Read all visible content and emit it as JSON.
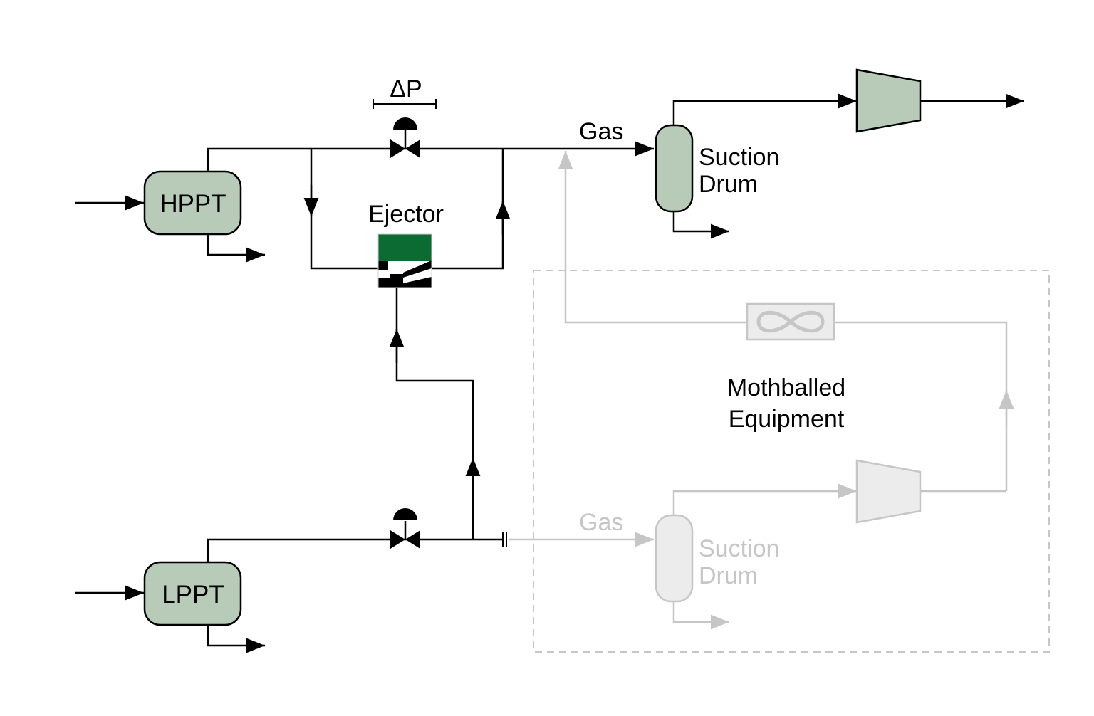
{
  "labels": {
    "delta_p": "ΔP",
    "gas_top": "Gas",
    "suction_drum_top_line1": "Suction",
    "suction_drum_top_line2": "Drum",
    "hppt": "HPPT",
    "lppt": "LPPT",
    "ejector": "Ejector",
    "mothballed_line1": "Mothballed",
    "mothballed_line2": "Equipment",
    "gas_bottom": "Gas",
    "suction_drum_bottom_line1": "Suction",
    "suction_drum_bottom_line2": "Drum"
  },
  "colors": {
    "line": "#000000",
    "vessel_fill": "#b8cbb8",
    "ejector_green": "#0b6b33",
    "mothballed": "#c6c6c6",
    "mothballed_fill": "#ececec"
  }
}
